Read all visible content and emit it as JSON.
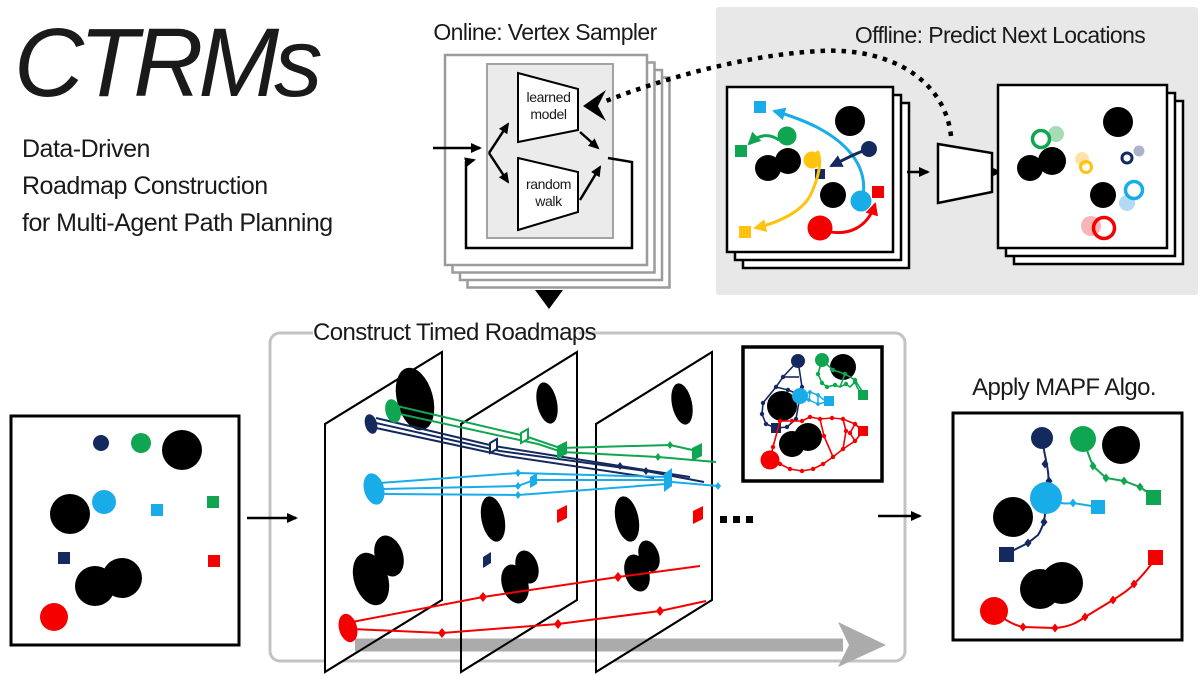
{
  "header": {
    "title": "CTRMs",
    "subtitle_lines": [
      "Data-Driven",
      "Roadmap Construction",
      "for Multi-Agent Path Planning"
    ]
  },
  "online_sampler": {
    "title": "Online: Vertex Sampler",
    "learned_model_label": "learned model",
    "random_walk_label": "random walk"
  },
  "offline_panel": {
    "title": "Offline: Predict Next Locations"
  },
  "construct_section": {
    "title": "Construct Timed Roadmaps",
    "ellipsis": "..."
  },
  "mapf_section": {
    "title": "Apply MAPF Algo."
  },
  "colors": {
    "agent_navy": "#142a5e",
    "agent_green": "#10a651",
    "agent_cyan": "#18ace9",
    "agent_red": "#f40000",
    "agent_yellow": "#ffc20e",
    "obstacle": "#000000",
    "offline_panel_background": "#e8e8e8",
    "construct_box_border": "#c3c3c3",
    "time_arrow": "#ababab",
    "page_border": "#9b9b9b"
  }
}
